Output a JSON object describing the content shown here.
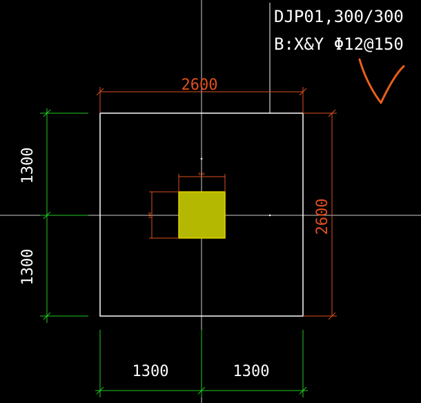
{
  "annotation": {
    "line1": "DJP01,300/300",
    "line2": "B:X&Y Φ12@150"
  },
  "dimensions": {
    "top": "2600",
    "right": "2600",
    "left_upper": "1300",
    "left_lower": "1300",
    "bottom_left": "1300",
    "bottom_right": "1300",
    "column_width": "600",
    "column_height": "600"
  },
  "colors": {
    "background": "#000000",
    "outline": "#ffffff",
    "dim_red": "#e0501e",
    "dim_green": "#22cc22",
    "column_fill": "#b5b800",
    "column_edge": "#e0d400",
    "crosshair": "#cfcfcf",
    "checkmark": "#e8601a"
  }
}
